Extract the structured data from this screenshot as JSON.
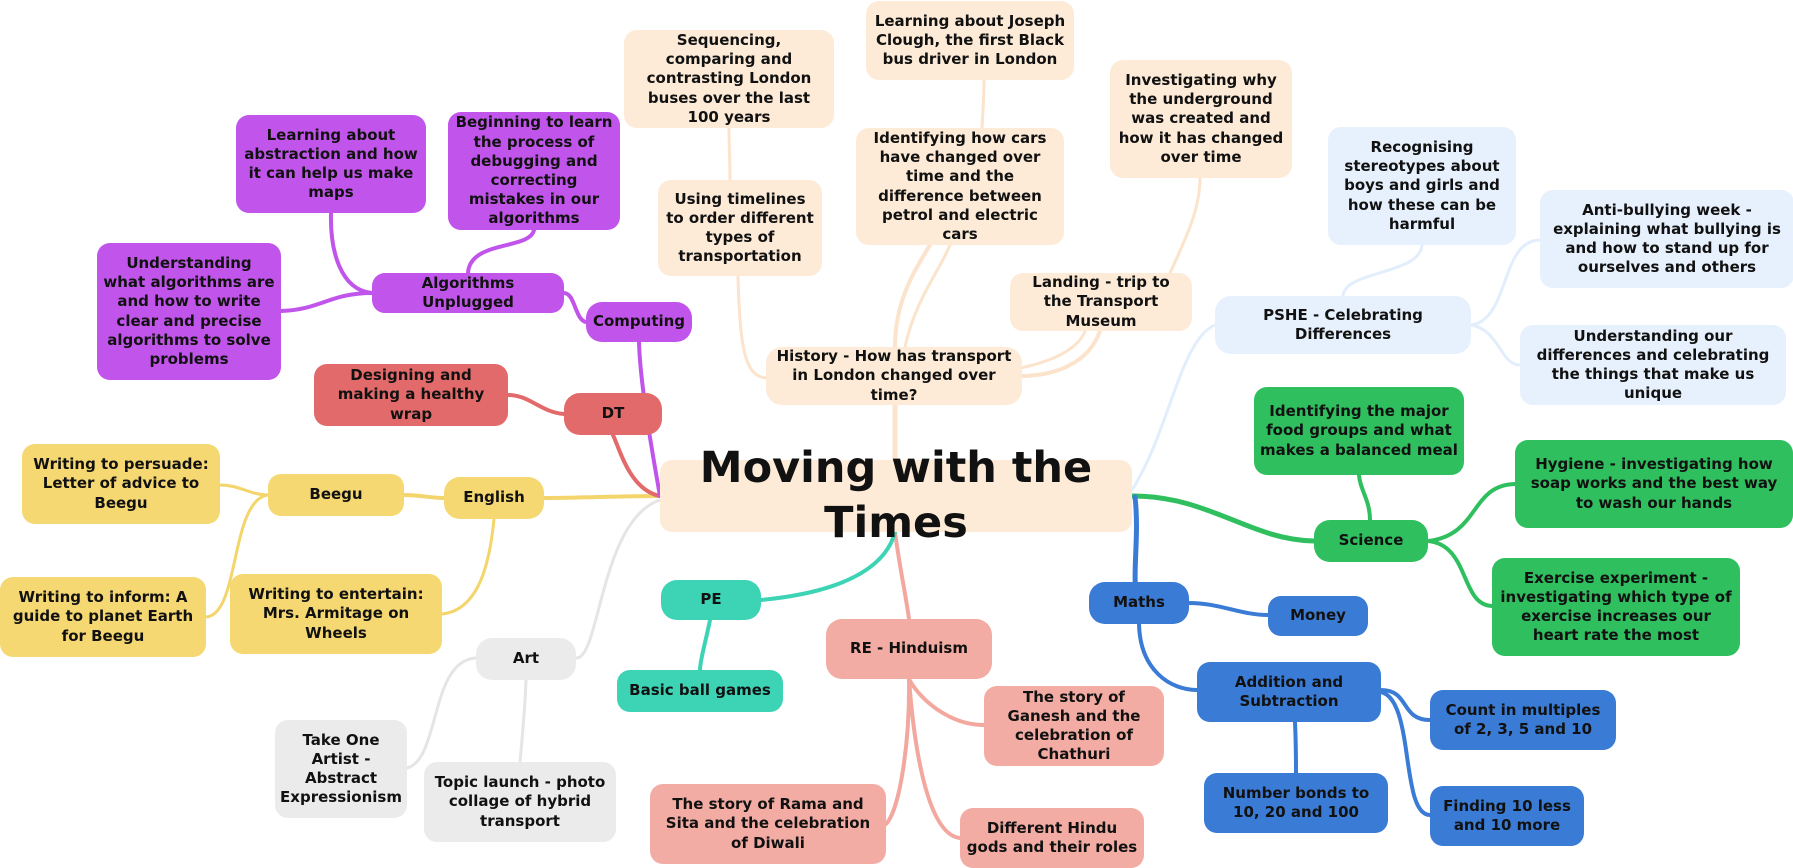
{
  "center": {
    "label": "Moving with the Times",
    "color": "#fdebd8"
  },
  "palette": {
    "history": "#fdebd8",
    "history_line": "#fbe3cc",
    "pshe": "#e7f1fd",
    "pshe_line": "#e2eefb",
    "science": "#2fbf5f",
    "maths": "#3a7bd5",
    "re": "#f2aca3",
    "re_line": "#f3a89f",
    "pe": "#3cd4b5",
    "art": "#ebebeb",
    "art_line": "#e5e5e5",
    "english": "#f5d872",
    "english_line": "#f3d56b",
    "dt": "#e26a6a",
    "computing": "#c154ea"
  },
  "nodes": {
    "history": "History - How has transport in London changed over time?",
    "history_timelines": "Using timelines to order different types of transportation",
    "history_buses": "Sequencing, comparing and contrasting London buses over the last 100 years",
    "history_cars": "Identifying how cars have changed over time and the difference between petrol and electric cars",
    "history_clough": "Learning about Joseph Clough, the first Black bus driver in London",
    "history_landing": "Landing - trip to the Transport Museum",
    "history_underground": "Investigating why the underground was created and how it has changed over time",
    "pshe": "PSHE - Celebrating Differences",
    "pshe_stereotypes": "Recognising stereotypes about boys and girls and how these can be harmful",
    "pshe_antibullying": "Anti-bullying week - explaining what bullying is and how to stand up for ourselves and others",
    "pshe_differences": "Understanding our differences and celebrating the things that make us unique",
    "science": "Science",
    "science_food": "Identifying the major food groups and what makes a balanced meal",
    "science_hygiene": "Hygiene - investigating how soap works and the best way to wash our hands",
    "science_exercise": "Exercise experiment - investigating which type of exercise increases our heart rate the most",
    "maths": "Maths",
    "maths_money": "Money",
    "maths_addsub": "Addition and Subtraction",
    "maths_multiples": "Count in multiples of 2, 3, 5 and 10",
    "maths_bonds": "Number bonds to 10, 20 and 100",
    "maths_tenless": "Finding 10 less and 10 more",
    "re": "RE - Hinduism",
    "re_ganesh": "The story of Ganesh and the celebration of Chathuri",
    "re_rama": "The story of Rama and Sita and the celebration of Diwali",
    "re_gods": "Different Hindu gods and their roles",
    "pe": "PE",
    "pe_ball": "Basic ball games",
    "art": "Art",
    "art_artist": "Take One Artist - Abstract Expressionism",
    "art_collage": "Topic launch - photo collage of hybrid transport",
    "english": "English",
    "english_beegu": "Beegu",
    "english_persuade": "Writing to persuade: Letter of advice to Beegu",
    "english_inform": "Writing to inform: A guide to planet Earth for Beegu",
    "english_entertain": "Writing to entertain: Mrs. Armitage on Wheels",
    "dt": "DT",
    "dt_wrap": "Designing and making a healthy wrap",
    "computing": "Computing",
    "comp_unplugged": "Algorithms Unplugged",
    "comp_abstraction": "Learning about abstraction and how it can help us make maps",
    "comp_debugging": "Beginning to learn the process of debugging and correcting mistakes in our algorithms",
    "comp_algorithms": "Understanding what algorithms are and how to write clear and precise algorithms to solve problems"
  }
}
